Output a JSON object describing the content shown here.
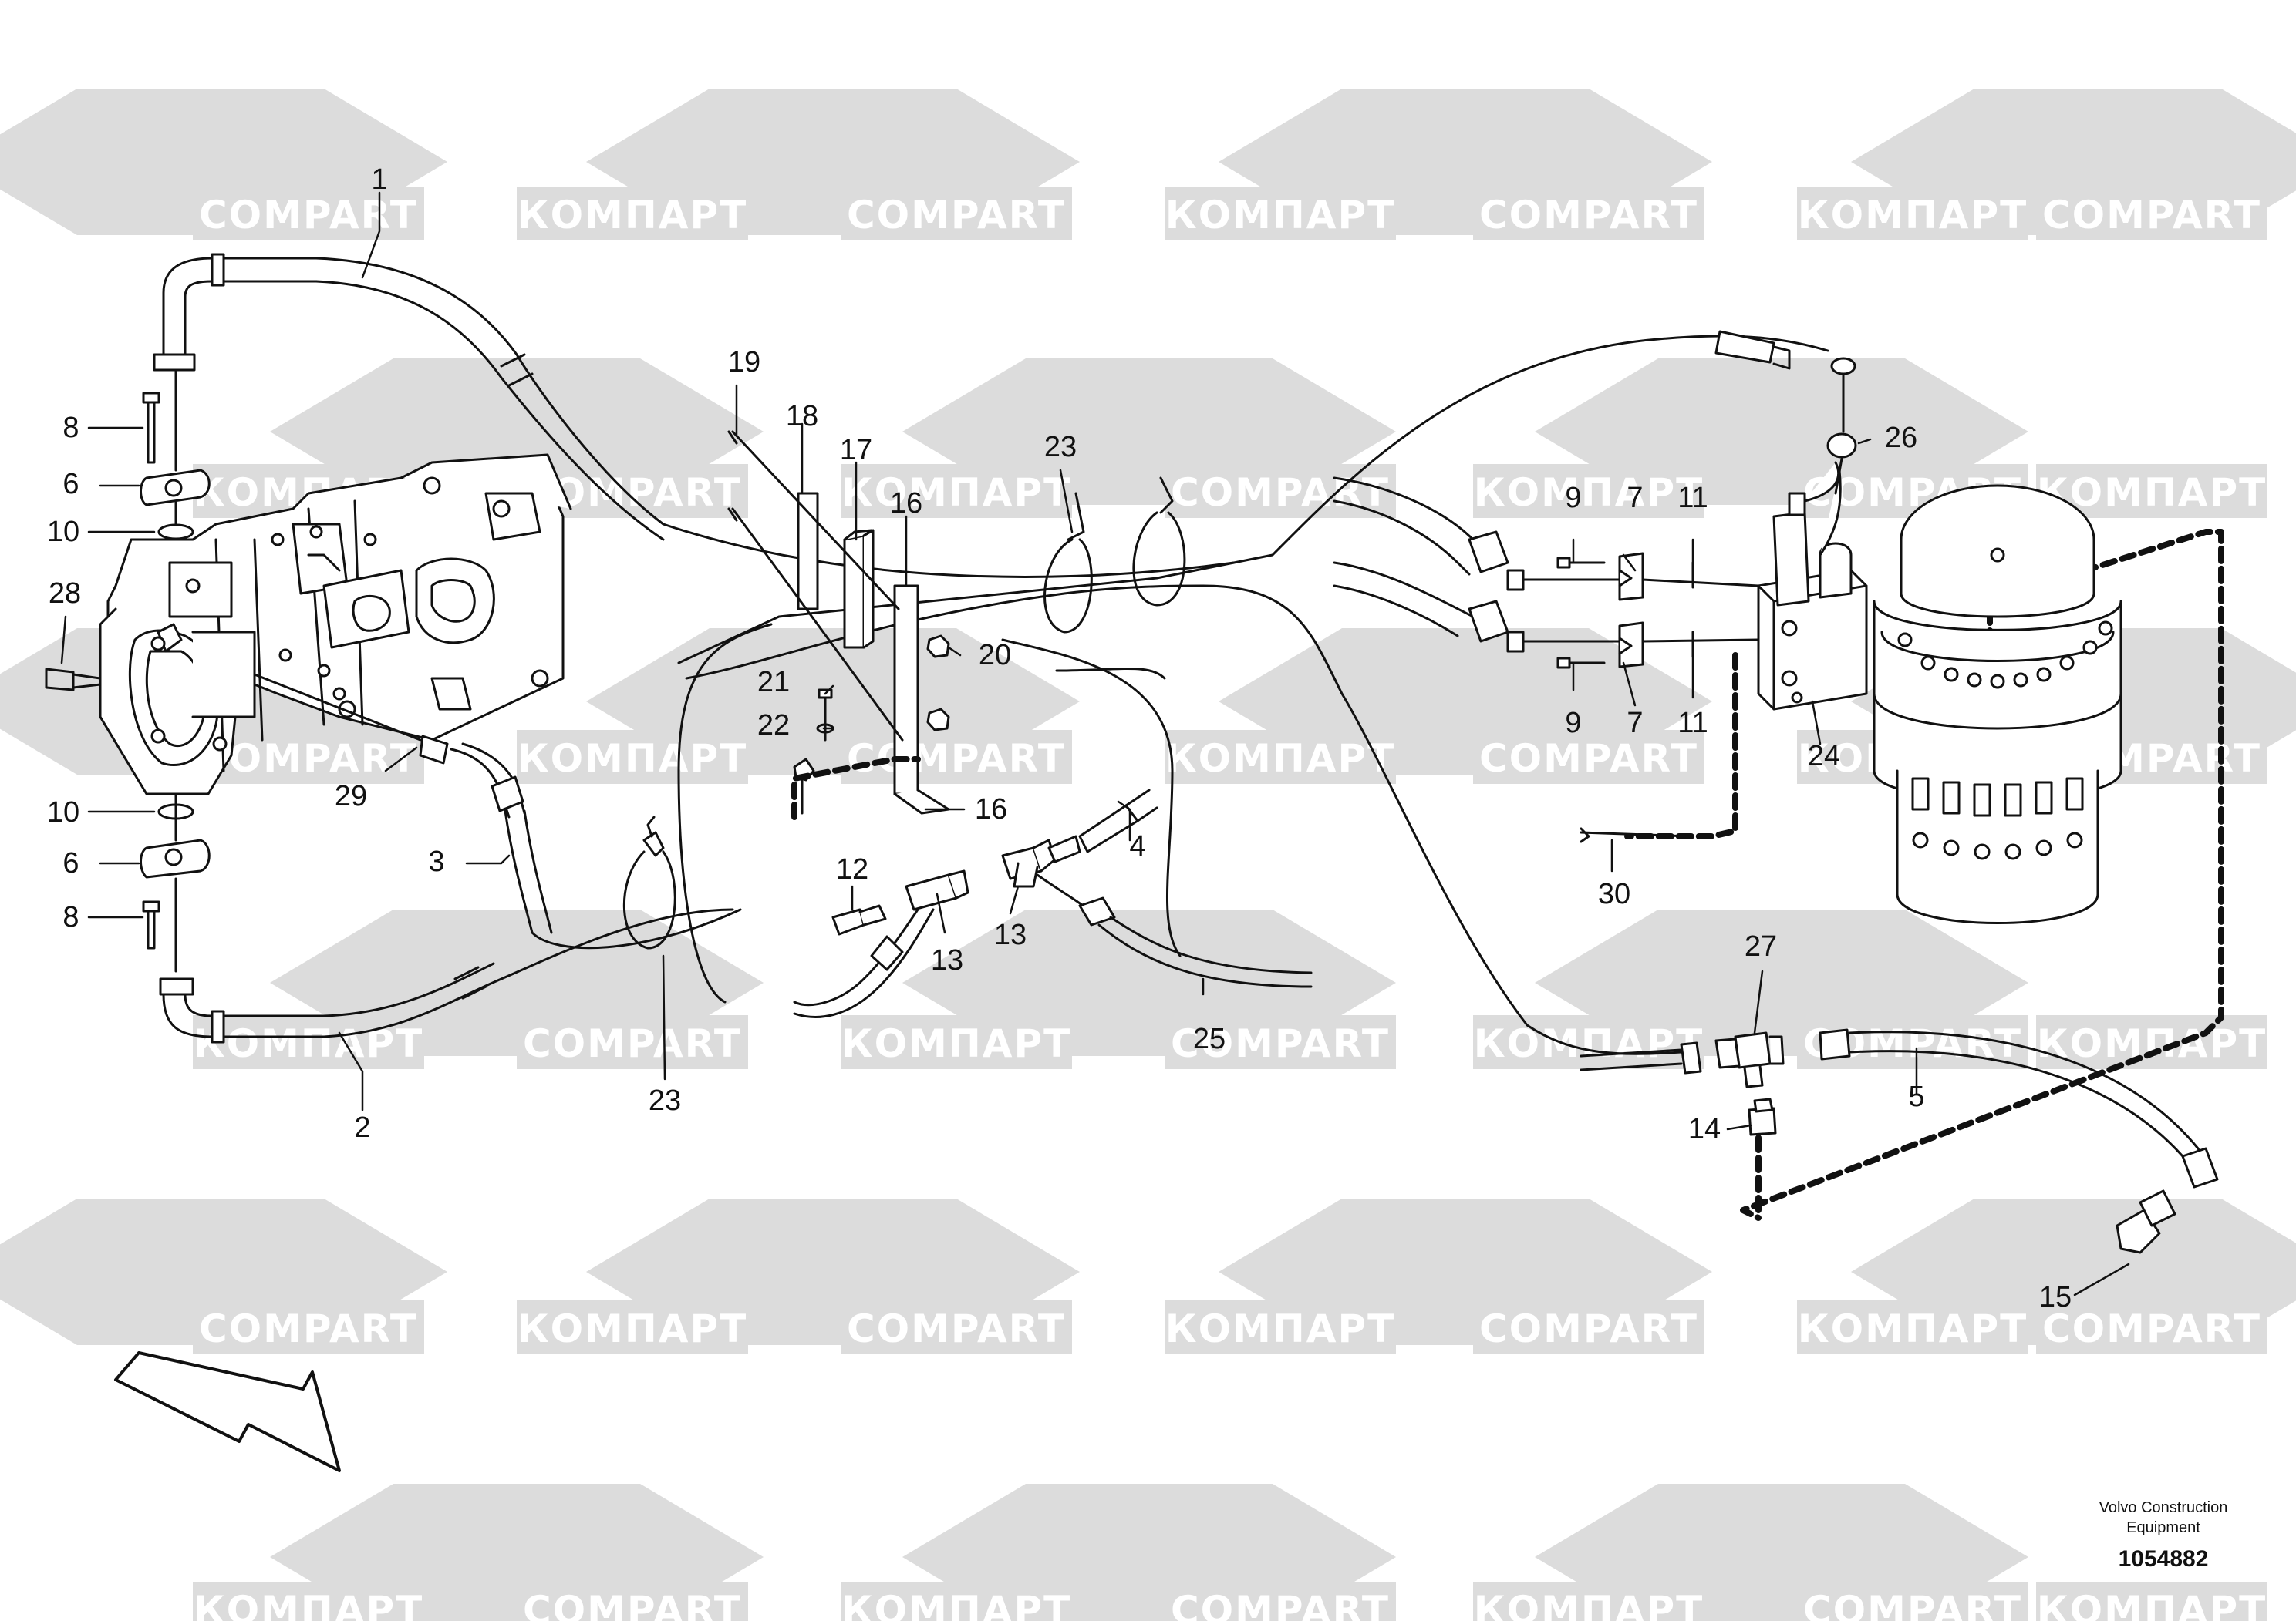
{
  "colors": {
    "watermark_fill": "#dcdcdc",
    "watermark_text": "#ffffff",
    "line": "#111111"
  },
  "watermark": {
    "latin": "COMPART",
    "cyrillic": "КОМПАРТ"
  },
  "footer": {
    "maker_line1": "Volvo Construction",
    "maker_line2": "Equipment",
    "drawing_number": "1054882"
  },
  "callouts": [
    {
      "id": "c1",
      "text": "1"
    },
    {
      "id": "c2",
      "text": "2"
    },
    {
      "id": "c3",
      "text": "3"
    },
    {
      "id": "c4",
      "text": "4"
    },
    {
      "id": "c5",
      "text": "5"
    },
    {
      "id": "c6a",
      "text": "6"
    },
    {
      "id": "c6b",
      "text": "6"
    },
    {
      "id": "c7a",
      "text": "7"
    },
    {
      "id": "c7b",
      "text": "7"
    },
    {
      "id": "c8a",
      "text": "8"
    },
    {
      "id": "c8b",
      "text": "8"
    },
    {
      "id": "c9a",
      "text": "9"
    },
    {
      "id": "c9b",
      "text": "9"
    },
    {
      "id": "c10a",
      "text": "10"
    },
    {
      "id": "c10b",
      "text": "10"
    },
    {
      "id": "c11a",
      "text": "11"
    },
    {
      "id": "c11b",
      "text": "11"
    },
    {
      "id": "c12",
      "text": "12"
    },
    {
      "id": "c13a",
      "text": "13"
    },
    {
      "id": "c13b",
      "text": "13"
    },
    {
      "id": "c14",
      "text": "14"
    },
    {
      "id": "c15",
      "text": "15"
    },
    {
      "id": "c16a",
      "text": "16"
    },
    {
      "id": "c16b",
      "text": "16"
    },
    {
      "id": "c17",
      "text": "17"
    },
    {
      "id": "c18",
      "text": "18"
    },
    {
      "id": "c19",
      "text": "19"
    },
    {
      "id": "c20",
      "text": "20"
    },
    {
      "id": "c21",
      "text": "21"
    },
    {
      "id": "c22",
      "text": "22"
    },
    {
      "id": "c23a",
      "text": "23"
    },
    {
      "id": "c23b",
      "text": "23"
    },
    {
      "id": "c24",
      "text": "24"
    },
    {
      "id": "c25",
      "text": "25"
    },
    {
      "id": "c26",
      "text": "26"
    },
    {
      "id": "c27",
      "text": "27"
    },
    {
      "id": "c28",
      "text": "28"
    },
    {
      "id": "c29",
      "text": "29"
    },
    {
      "id": "c30",
      "text": "30"
    }
  ]
}
